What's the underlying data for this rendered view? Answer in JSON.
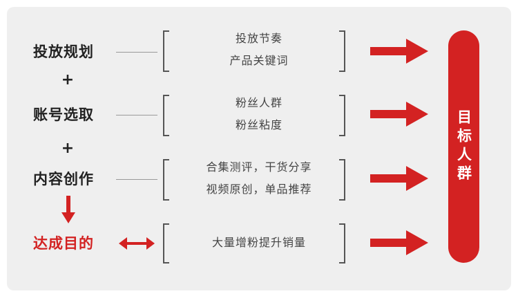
{
  "colors": {
    "accent": "#d32222",
    "text": "#222222",
    "panel": "#efefef"
  },
  "steps": [
    {
      "label": "投放规划",
      "lines": [
        "投放节奏",
        "产品关键词"
      ]
    },
    {
      "label": "账号选取",
      "lines": [
        "粉丝人群",
        "粉丝粘度"
      ]
    },
    {
      "label": "内容创作",
      "lines": [
        "合集测评，干货分享",
        "视频原创，单品推荐"
      ]
    }
  ],
  "plus_sign": "+",
  "goal": {
    "label": "达成目的",
    "lines": [
      "大量增粉提升销量"
    ]
  },
  "target": {
    "label": "目标人群"
  },
  "icons": {
    "step_arrow": "right-arrow-icon",
    "down_arrow": "down-arrow-icon",
    "double_arrow": "double-arrow-icon"
  }
}
